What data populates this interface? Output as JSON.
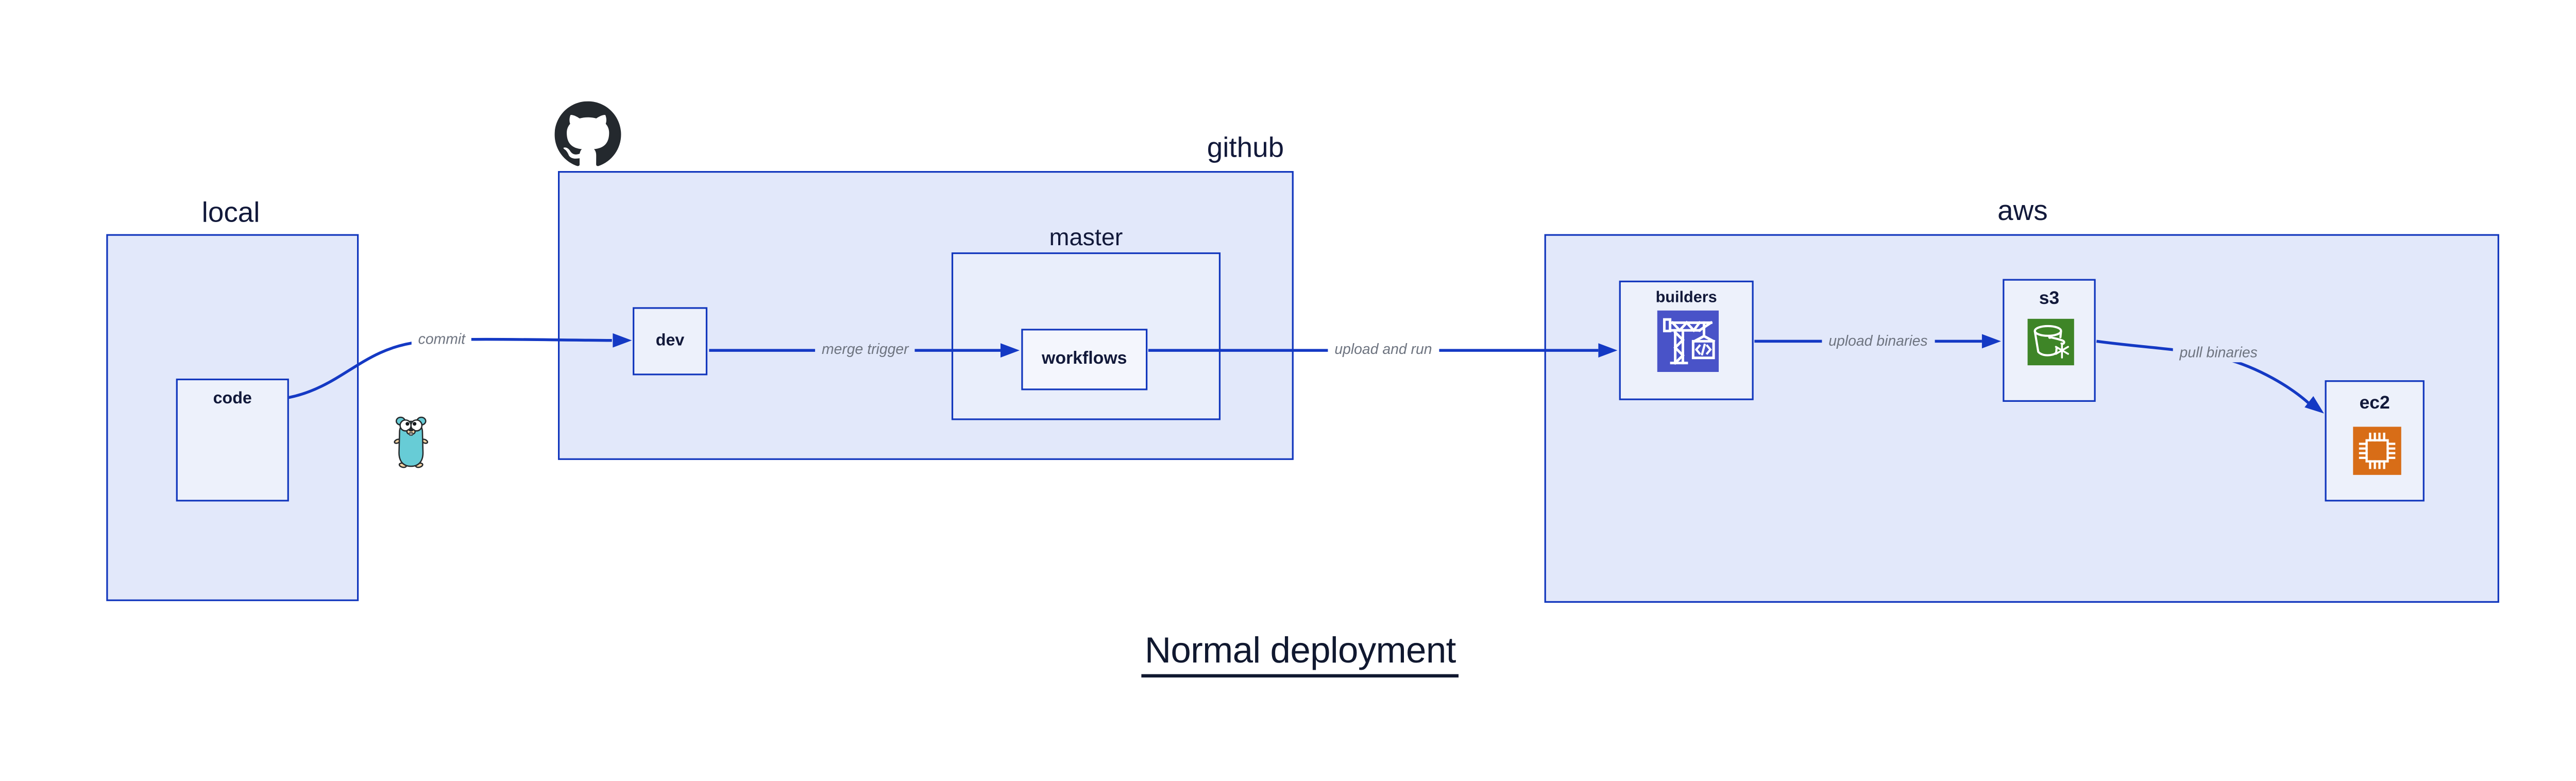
{
  "title": "Normal deployment",
  "groups": {
    "local": {
      "label": "local"
    },
    "github": {
      "label": "github"
    },
    "master": {
      "label": "master"
    },
    "aws": {
      "label": "aws"
    }
  },
  "nodes": {
    "code": {
      "label": "code",
      "icon": "go-gopher-icon"
    },
    "dev": {
      "label": "dev"
    },
    "workflows": {
      "label": "workflows"
    },
    "builders": {
      "label": "builders",
      "icon": "aws-codebuild-crane-icon"
    },
    "s3": {
      "label": "s3",
      "icon": "aws-s3-glacier-bucket-icon"
    },
    "ec2": {
      "label": "ec2",
      "icon": "aws-ec2-chip-icon"
    }
  },
  "edges": [
    {
      "id": "commit",
      "label": "commit",
      "from": "code",
      "to": "dev"
    },
    {
      "id": "merge-trigger",
      "label": "merge trigger",
      "from": "dev",
      "to": "workflows"
    },
    {
      "id": "upload-and-run",
      "label": "upload and run",
      "from": "workflows",
      "to": "builders"
    },
    {
      "id": "upload-binaries",
      "label": "upload binaries",
      "from": "builders",
      "to": "s3"
    },
    {
      "id": "pull-binaries",
      "label": "pull binaries",
      "from": "s3",
      "to": "ec2"
    }
  ],
  "icons": {
    "github_logo": "github-octocat-icon"
  },
  "colors": {
    "box_border": "#1237bd",
    "arrow": "#1439c4",
    "group_fill": "#e2e8fa",
    "node_fill": "#edf1fb",
    "label_ink": "#12193a",
    "edge_label_gray": "#6e7480",
    "github_logo": "#24292e",
    "gopher_teal": "#67ccd6",
    "codebuild_bg": "#4953c8",
    "s3_glacier_bg": "#3e8527",
    "ec2_bg": "#d86d17"
  }
}
